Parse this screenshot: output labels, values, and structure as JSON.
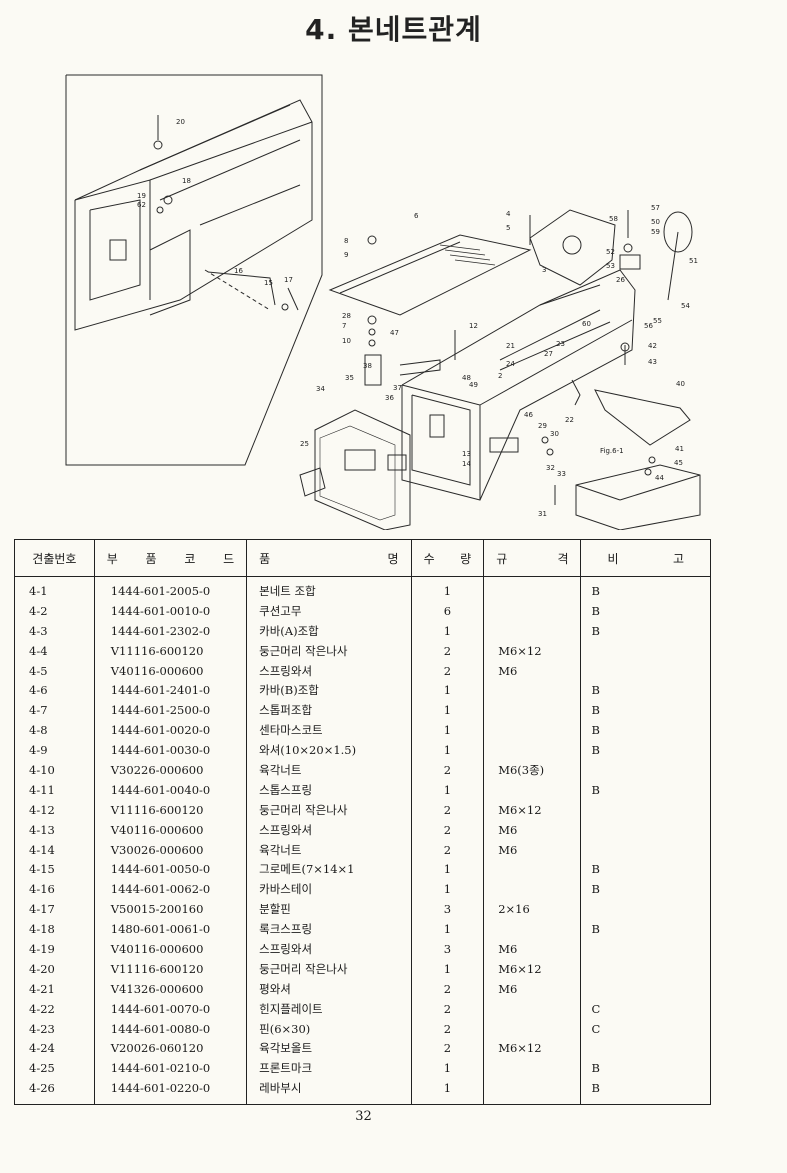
{
  "page": {
    "title": "4. 본네트관계",
    "page_number": "32"
  },
  "diagram": {
    "callouts": [
      "2",
      "3",
      "4",
      "5",
      "6",
      "7",
      "8",
      "9",
      "10",
      "12",
      "13",
      "14",
      "15",
      "16",
      "17",
      "18",
      "19",
      "20",
      "21",
      "22",
      "23",
      "24",
      "25",
      "26",
      "27",
      "28",
      "29",
      "30",
      "31",
      "32",
      "33",
      "34",
      "35",
      "36",
      "37",
      "38",
      "40",
      "41",
      "42",
      "43",
      "44",
      "45",
      "46",
      "47",
      "48",
      "49",
      "50",
      "51",
      "52",
      "53",
      "54",
      "55",
      "56",
      "57",
      "58",
      "59",
      "60",
      "62"
    ],
    "figure_ref": "Fig.6-1"
  },
  "table": {
    "headers": {
      "num": "견출번호",
      "code": [
        "부",
        "품",
        "코",
        "드"
      ],
      "name": [
        "품",
        "명"
      ],
      "qty": [
        "수",
        "량"
      ],
      "spec": [
        "규",
        "격"
      ],
      "note": [
        "비",
        "고"
      ]
    },
    "rows": [
      {
        "num": "4-1",
        "code": "1444-601-2005-0",
        "name": "본네트 조합",
        "qty": "1",
        "spec": "",
        "note": "B"
      },
      {
        "num": "4-2",
        "code": "1444-601-0010-0",
        "name": "쿠션고무",
        "qty": "6",
        "spec": "",
        "note": "B"
      },
      {
        "num": "4-3",
        "code": "1444-601-2302-0",
        "name": "카바(A)조합",
        "qty": "1",
        "spec": "",
        "note": "B"
      },
      {
        "num": "4-4",
        "code": "V11116-600120",
        "name": "둥근머리 작은나사",
        "qty": "2",
        "spec": "M6×12",
        "note": ""
      },
      {
        "num": "4-5",
        "code": "V40116-000600",
        "name": "스프링와셔",
        "qty": "2",
        "spec": "M6",
        "note": ""
      },
      {
        "num": "4-6",
        "code": "1444-601-2401-0",
        "name": "카바(B)조합",
        "qty": "1",
        "spec": "",
        "note": "B"
      },
      {
        "num": "4-7",
        "code": "1444-601-2500-0",
        "name": "스톱퍼조합",
        "qty": "1",
        "spec": "",
        "note": "B"
      },
      {
        "num": "4-8",
        "code": "1444-601-0020-0",
        "name": "센타마스코트",
        "qty": "1",
        "spec": "",
        "note": "B"
      },
      {
        "num": "4-9",
        "code": "1444-601-0030-0",
        "name": "와셔(10×20×1.5)",
        "qty": "1",
        "spec": "",
        "note": "B"
      },
      {
        "num": "4-10",
        "code": "V30226-000600",
        "name": "육각너트",
        "qty": "2",
        "spec": "M6(3종)",
        "note": ""
      },
      {
        "num": "4-11",
        "code": "1444-601-0040-0",
        "name": "스톱스프링",
        "qty": "1",
        "spec": "",
        "note": "B"
      },
      {
        "num": "4-12",
        "code": "V11116-600120",
        "name": "둥근머리 작은나사",
        "qty": "2",
        "spec": "M6×12",
        "note": ""
      },
      {
        "num": "4-13",
        "code": "V40116-000600",
        "name": "스프링와셔",
        "qty": "2",
        "spec": "M6",
        "note": ""
      },
      {
        "num": "4-14",
        "code": "V30026-000600",
        "name": "육각너트",
        "qty": "2",
        "spec": "M6",
        "note": ""
      },
      {
        "num": "4-15",
        "code": "1444-601-0050-0",
        "name": "그로메트(7×14×1",
        "qty": "1",
        "spec": "",
        "note": "B"
      },
      {
        "num": "4-16",
        "code": "1444-601-0062-0",
        "name": "카바스테이",
        "qty": "1",
        "spec": "",
        "note": "B"
      },
      {
        "num": "4-17",
        "code": "V50015-200160",
        "name": "분할핀",
        "qty": "3",
        "spec": "2×16",
        "note": ""
      },
      {
        "num": "4-18",
        "code": "1480-601-0061-0",
        "name": "록크스프링",
        "qty": "1",
        "spec": "",
        "note": "B"
      },
      {
        "num": "4-19",
        "code": "V40116-000600",
        "name": "스프링와셔",
        "qty": "3",
        "spec": "M6",
        "note": ""
      },
      {
        "num": "4-20",
        "code": "V11116-600120",
        "name": "둥근머리 작은나사",
        "qty": "1",
        "spec": "M6×12",
        "note": ""
      },
      {
        "num": "4-21",
        "code": "V41326-000600",
        "name": "평와셔",
        "qty": "2",
        "spec": "M6",
        "note": ""
      },
      {
        "num": "4-22",
        "code": "1444-601-0070-0",
        "name": "힌지플레이트",
        "qty": "2",
        "spec": "",
        "note": "C"
      },
      {
        "num": "4-23",
        "code": "1444-601-0080-0",
        "name": "핀(6×30)",
        "qty": "2",
        "spec": "",
        "note": "C"
      },
      {
        "num": "4-24",
        "code": "V20026-060120",
        "name": "육각보올트",
        "qty": "2",
        "spec": "M6×12",
        "note": ""
      },
      {
        "num": "4-25",
        "code": "1444-601-0210-0",
        "name": "프론트마크",
        "qty": "1",
        "spec": "",
        "note": "B"
      },
      {
        "num": "4-26",
        "code": "1444-601-0220-0",
        "name": "레바부시",
        "qty": "1",
        "spec": "",
        "note": "B"
      }
    ]
  }
}
